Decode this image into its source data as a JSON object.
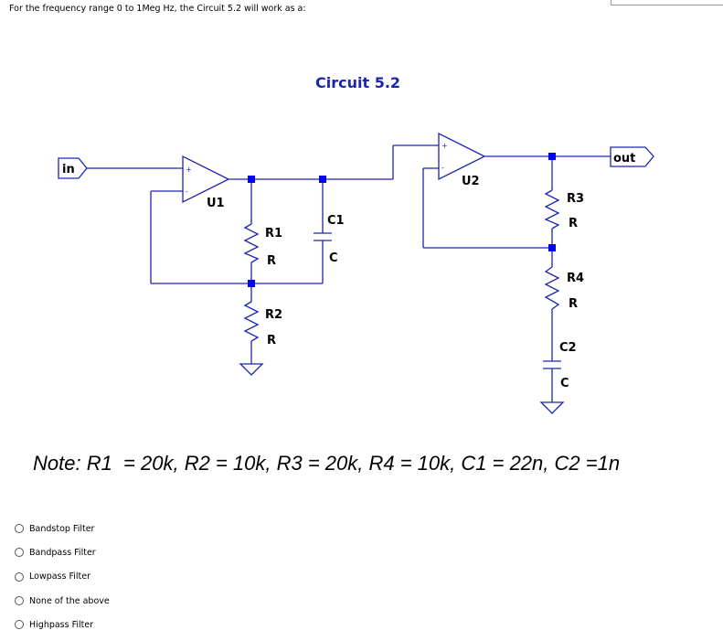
{
  "question": "For the frequency range 0 to 1Meg Hz, the Circuit 5.2 will work as a:",
  "circuit": {
    "title": "Circuit 5.2",
    "ports": {
      "in": "in",
      "out": "out"
    },
    "opamps": [
      "U1",
      "U2"
    ],
    "components": [
      {
        "ref": "R1",
        "value": "R"
      },
      {
        "ref": "R2",
        "value": "R"
      },
      {
        "ref": "R3",
        "value": "R"
      },
      {
        "ref": "R4",
        "value": "R"
      },
      {
        "ref": "C1",
        "value": "C"
      },
      {
        "ref": "C2",
        "value": "C"
      }
    ],
    "wire_color": "#1c25b0",
    "node_color": "#0000ff"
  },
  "note": "Note: R1  = 20k, R2 = 10k, R3 = 20k, R4 = 10k, C1 = 22n, C2 =1n",
  "options": [
    "Bandstop Filter",
    "Bandpass Filter",
    "Lowpass Filter",
    "None of the above",
    "Highpass Filter"
  ]
}
